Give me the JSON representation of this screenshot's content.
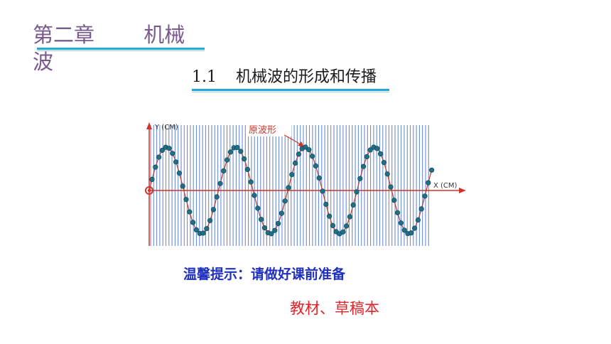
{
  "chapter": {
    "title": "第二章 机械波"
  },
  "section": {
    "title": "1.1 机械波的形成和传播"
  },
  "figure": {
    "y_axis_label": "Y (CM)",
    "x_axis_label": "X (CM)",
    "wave_label": "原波形",
    "colors": {
      "axis": "#d0352b",
      "stripes": "#3f68c0",
      "dots": "#1f6f86",
      "wave": "#c0392b"
    }
  },
  "tip": "温馨提示：请做好课前准备",
  "materials": "教材、草稿本"
}
